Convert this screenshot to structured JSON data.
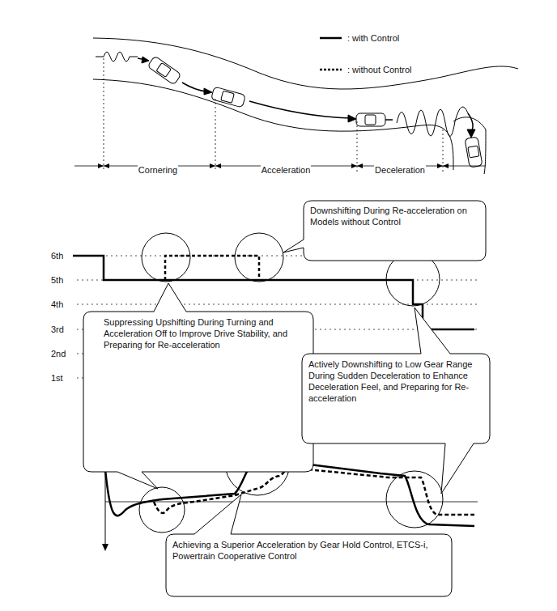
{
  "diagram": {
    "nodes": [
      {
        "text": [
          "Downshifting During Re-acceleration on Models without Control"
        ]
      },
      {
        "text": [
          "Suppressing Upshifting During Turning and Acceleration Off to Improve Drive Stability, and Preparing for Re-acceleration"
        ]
      },
      {
        "text": [
          "Actively Downshifting to Low Gear Range During Sudden Deceleration to Enhance Deceleration Feel, and Preparing for Re-acceleration"
        ]
      },
      {
        "text": [
          "Achieving a Superior Acceleration by Gear Hold Control, ETCS-i, Powertrain Cooperative Control"
        ]
      }
    ],
    "labels": [
      "Cornering",
      "Acceleration",
      "Deceleration",
      "6th",
      "5th",
      "4th",
      "3rd",
      "2nd",
      "1st"
    ],
    "legend": [
      {
        "text": ": with Control"
      },
      {
        "text": ": without Control"
      }
    ]
  }
}
